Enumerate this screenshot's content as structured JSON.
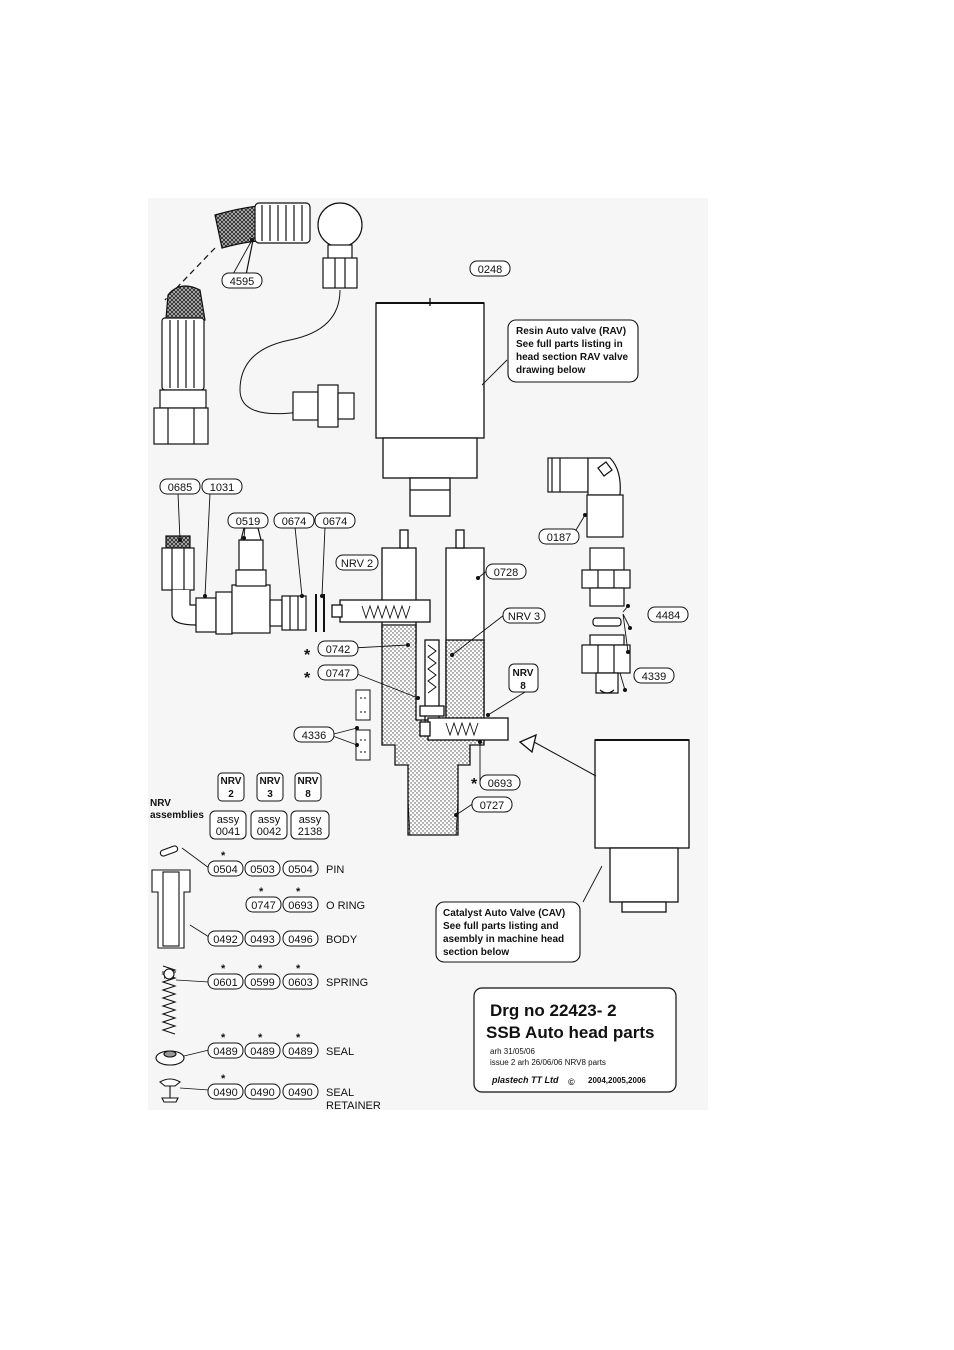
{
  "tags": {
    "t4595": "4595",
    "t0248": "0248",
    "t0685": "0685",
    "t1031": "1031",
    "t0519": "0519",
    "t0674a": "0674",
    "t0674b": "0674",
    "t0187": "0187",
    "t0728": "0728",
    "nrv2": "NRV 2",
    "nrv3": "NRV 3",
    "t4484": "4484",
    "t0742": "0742",
    "t0747": "0747",
    "t4339": "4339",
    "t4336": "4336",
    "t0693": "0693",
    "t0727": "0727"
  },
  "nrv8_tag": {
    "line1": "NRV",
    "line2": "8"
  },
  "notes": {
    "rav": [
      "Resin Auto valve (RAV)",
      "See full parts  listing  in",
      "head section RAV valve",
      "drawing below"
    ],
    "cav": [
      "Catalyst Auto Valve (CAV)",
      "See full parts listing and",
      "asembly in machine head",
      "section below"
    ]
  },
  "nrv_table": {
    "heading": [
      "NRV",
      "assemblies"
    ],
    "columns": [
      {
        "name": "NRV",
        "num": "2",
        "assy": "assy",
        "assy_no": "0041"
      },
      {
        "name": "NRV",
        "num": "3",
        "assy": "assy",
        "assy_no": "0042"
      },
      {
        "name": "NRV",
        "num": "8",
        "assy": "assy",
        "assy_no": "2138"
      }
    ],
    "rows": [
      {
        "label": "PIN",
        "parts": [
          "0504",
          "0503",
          "0504"
        ]
      },
      {
        "label": "O RING",
        "parts": [
          "0747",
          "0693"
        ]
      },
      {
        "label": "BODY",
        "parts": [
          "0492",
          "0493",
          "0496"
        ]
      },
      {
        "label": "SPRING",
        "parts": [
          "0601",
          "0599",
          "0603"
        ]
      },
      {
        "label": "SEAL",
        "parts": [
          "0489",
          "0489",
          "0489"
        ]
      },
      {
        "label": "SEAL",
        "label2": "RETAINER",
        "parts": [
          "0490",
          "0490",
          "0490"
        ]
      }
    ],
    "star": "*"
  },
  "title_block": {
    "drg_no": "Drg no 22423- 2",
    "title": "SSB Auto head parts",
    "rev1": "arh 31/05/06",
    "rev2": "issue 2 arh 26/06/06 NRV8 parts",
    "company": "plastech TT Ltd",
    "copyright": "©",
    "years": "2004,2005,2006"
  }
}
